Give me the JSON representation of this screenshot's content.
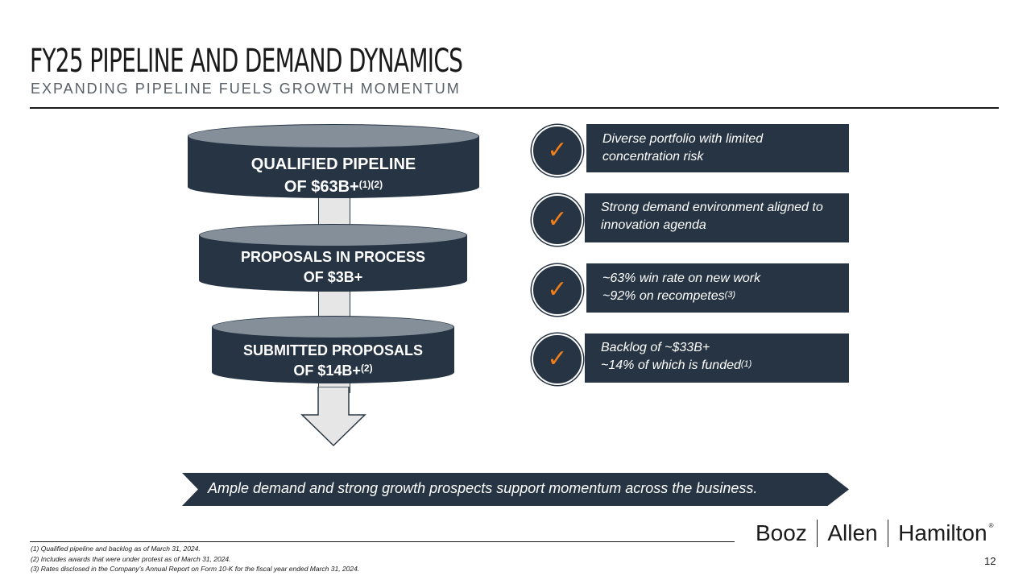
{
  "slide": {
    "title": "FY25 PIPELINE AND DEMAND DYNAMICS",
    "subtitle": "EXPANDING PIPELINE FUELS GROWTH MOMENTUM",
    "page_number": "12"
  },
  "funnel": [
    {
      "line1": "QUALIFIED PIPELINE",
      "line2": "OF $63B+",
      "sup": "(1)(2)"
    },
    {
      "line1": "PROPOSALS IN PROCESS",
      "line2": "OF $3B+",
      "sup": ""
    },
    {
      "line1": "SUBMITTED PROPOSALS",
      "line2": "OF $14B+",
      "sup": "(2)"
    }
  ],
  "checklist": [
    {
      "icon": "checkmark-icon",
      "line1": "Diverse portfolio with limited",
      "line2": "concentration risk",
      "sup": ""
    },
    {
      "icon": "checkmark-icon",
      "line1": "Strong demand environment aligned to",
      "line2": "innovation agenda",
      "sup": ""
    },
    {
      "icon": "checkmark-icon",
      "line1": "~63% win rate on new work",
      "line2": "~92% on recompetes",
      "sup": "(3)"
    },
    {
      "icon": "checkmark-icon",
      "line1": "Backlog of ~$33B+",
      "line2": "~14% of which is funded",
      "sup": "(1)"
    }
  ],
  "callout": "Ample demand and strong growth prospects support momentum across the business.",
  "footnotes": [
    "(1) Qualified pipeline and backlog as of March 31, 2024.",
    "(2) Includes awards that were under protest as of March 31, 2024.",
    "(3) Rates disclosed in the Company’s Annual Report on Form 10-K for the fiscal year ended March 31, 2024."
  ],
  "logo": {
    "word1": "Booz",
    "word2": "Allen",
    "word3": "Hamilton",
    "mark": "®"
  },
  "colors": {
    "navy": "#263443",
    "drum_top": "#858f9a",
    "check": "#f07e1b"
  }
}
